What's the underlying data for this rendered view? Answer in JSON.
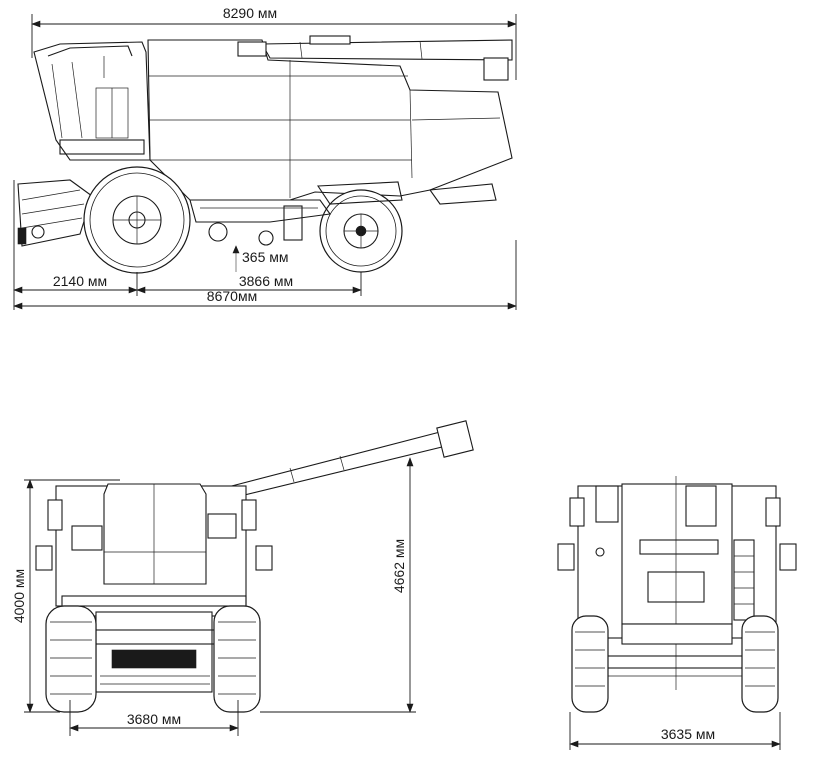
{
  "dimensions": {
    "side_overall_length": "8290 мм",
    "front_overhang": "2140 мм",
    "wheelbase": "3866 мм",
    "ground_clearance": "365 мм",
    "total_length": "8670мм",
    "front_height": "4000 мм",
    "unloader_height": "4662 мм",
    "front_width": "3680 мм",
    "rear_width": "3635 мм"
  }
}
